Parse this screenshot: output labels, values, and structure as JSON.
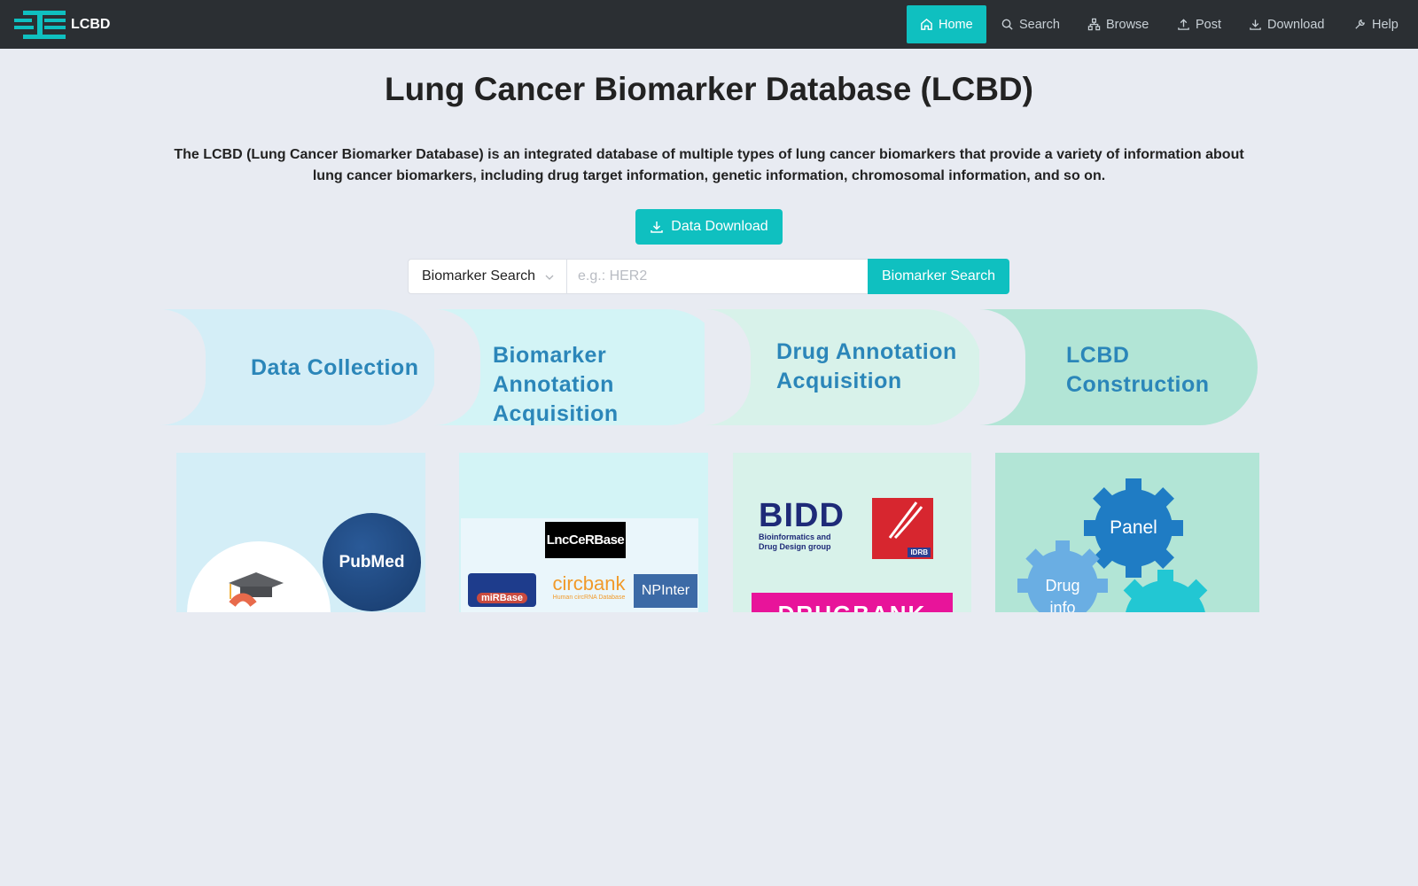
{
  "nav": {
    "brand": "LCBD",
    "items": [
      {
        "label": "Home",
        "icon": "home-icon"
      },
      {
        "label": "Search",
        "icon": "search-icon"
      },
      {
        "label": "Browse",
        "icon": "sitemap-icon"
      },
      {
        "label": "Post",
        "icon": "upload-icon"
      },
      {
        "label": "Download",
        "icon": "download-icon"
      },
      {
        "label": "Help",
        "icon": "wrench-icon"
      }
    ]
  },
  "main": {
    "title": "Lung Cancer Biomarker Database (LCBD)",
    "intro": "The LCBD (Lung Cancer Biomarker Database) is an integrated database of multiple types of lung cancer biomarkers that provide a variety of information about lung cancer biomarkers, including drug target information, genetic information, chromosomal information, and so on.",
    "download_button": "Data Download",
    "search": {
      "select_value": "Biomarker Search",
      "placeholder": "e.g.: HER2",
      "button": "Biomarker Search"
    }
  },
  "steps": [
    {
      "line1": "Data Collection",
      "line2": ""
    },
    {
      "line1": "Biomarker Annotation",
      "line2": "Acquisition"
    },
    {
      "line1": "Drug Annotation",
      "line2": "Acquisition"
    },
    {
      "line1": "LCBD",
      "line2": "Construction"
    }
  ],
  "panels": {
    "p1": {
      "logo": "PubMed"
    },
    "p2": {
      "logo1": "LncCeRBase",
      "logo2": "miRBase",
      "logo3": "circbank",
      "logo3_sub": "Human circRNA Database",
      "logo4": "NPInter"
    },
    "p3": {
      "logo1": "BIDD",
      "logo1_sub1": "Bioinformatics and",
      "logo1_sub2": "Drug Design group",
      "logo2": "IDRB",
      "logo3": "DRUGBANK"
    },
    "p4": {
      "gear1": "Panel",
      "gear2_l1": "Drug",
      "gear2_l2": "info"
    }
  },
  "colors": {
    "accent": "#0fc0c0",
    "navbar": "#2b2f33",
    "background": "#e8ebf2",
    "step_text": "#2b86b9"
  }
}
